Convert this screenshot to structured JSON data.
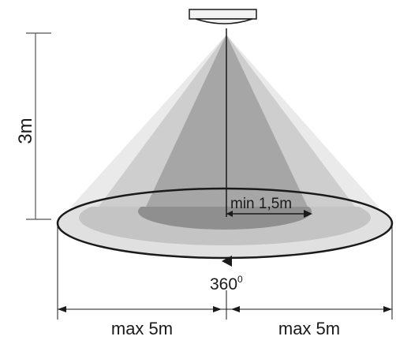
{
  "labels": {
    "height": "3m",
    "min_radius": "min 1,5m",
    "angle": "360",
    "angle_unit": "0",
    "left_range": "max 5m",
    "right_range": "max 5m"
  },
  "colors": {
    "ink": "#1a1a1a",
    "cone_outer": "#dcdcdc",
    "cone_mid": "#bdbdbd",
    "cone_inner": "#999999",
    "floor_outer": "#d4d4d4",
    "floor_inner": "#8f8f8f"
  }
}
